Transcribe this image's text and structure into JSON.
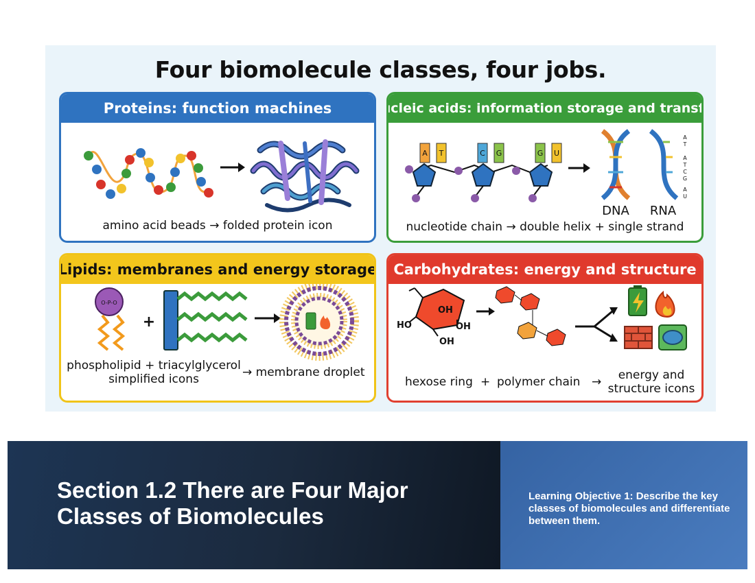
{
  "figure": {
    "title": "Four biomolecule classes, four jobs.",
    "proteins": {
      "header": "Proteins: function machines",
      "caption": "amino acid beads → folded protein icon"
    },
    "nucleic_acids": {
      "header": "Nucleic acids: information storage and transfer",
      "base_labels": [
        "A",
        "T",
        "C",
        "G",
        "G",
        "U"
      ],
      "helix_letters": [
        "A",
        "T",
        "A",
        "T",
        "C",
        "G",
        "A",
        "U"
      ],
      "dna_label": "DNA",
      "rna_label": "RNA",
      "caption": "nucleotide chain → double helix + single strand"
    },
    "lipids": {
      "header": "Lipids: membranes and energy storage",
      "caption_line1": "phospholipid + triacylglycerol",
      "caption_line2": "simplified icons",
      "caption_arrow": "→ membrane droplet",
      "plus": "+",
      "head_text": "O-P-O"
    },
    "carbohydrates": {
      "header": "Carbohydrates: energy and structure",
      "ring_labels": [
        "OH",
        "HO",
        "OH",
        "OH"
      ],
      "caption_part1": "hexose ring",
      "caption_plus": "+",
      "caption_part2": "polymer chain",
      "caption_arrow": "→",
      "caption_end_line1": "energy and",
      "caption_end_line2": "structure icons"
    },
    "colors": {
      "protein_blue": "#2f73c0",
      "nucleic_green": "#3a9d3a",
      "lipid_yellow": "#f3c61c",
      "carb_red": "#e03a2c"
    }
  },
  "section": {
    "title": "Section 1.2 There are Four Major Classes of Biomolecules",
    "objective": "Learning Objective 1: Describe the key classes of biomolecules and differentiate between them."
  }
}
